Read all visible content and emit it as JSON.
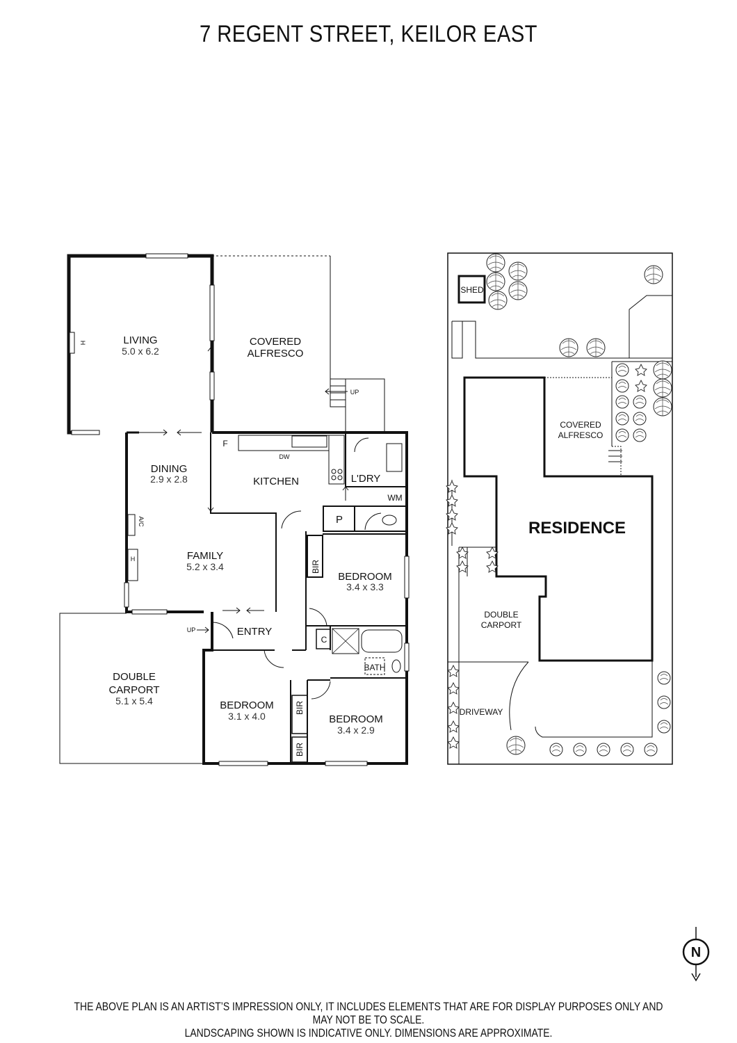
{
  "title": "7 REGENT STREET, KEILOR EAST",
  "disclaimer": [
    "THE ABOVE PLAN IS AN ARTIST’S IMPRESSION ONLY, IT INCLUDES ELEMENTS THAT ARE FOR DISPLAY PURPOSES ONLY AND MAY NOT BE TO SCALE.",
    "LANDSCAPING SHOWN IS INDICATIVE ONLY. DIMENSIONS ARE APPROXIMATE."
  ],
  "floor_plan": {
    "living": {
      "name": "LIVING",
      "dims": "5.0 x 6.2"
    },
    "covered_alfresco": {
      "line1": "COVERED",
      "line2": "ALFRESCO"
    },
    "dining": {
      "name": "DINING",
      "dims": "2.9 x 2.8"
    },
    "kitchen": {
      "name": "KITCHEN"
    },
    "laundry": {
      "name": "L'DRY"
    },
    "family": {
      "name": "FAMILY",
      "dims": "5.2 x 3.4"
    },
    "bedroom_east": {
      "name": "BEDROOM",
      "dims": "3.4 x 3.3"
    },
    "entry": {
      "name": "ENTRY"
    },
    "double_carport": {
      "line1": "DOUBLE",
      "line2": "CARPORT",
      "dims": "5.1 x 5.4"
    },
    "bedroom_sw": {
      "name": "BEDROOM",
      "dims": "3.1 x 4.0"
    },
    "bedroom_se": {
      "name": "BEDROOM",
      "dims": "3.4 x 2.9"
    },
    "bath": {
      "name": "BATH"
    },
    "bir": "BIR",
    "pantry": "P",
    "wm": "WM",
    "cupboard": "C",
    "fridge": "F",
    "dw": "DW",
    "ac": "A/C",
    "heater": "H",
    "up": "UP"
  },
  "site_plan": {
    "shed": "SHED",
    "covered_alfresco": {
      "line1": "COVERED",
      "line2": "ALFRESCO"
    },
    "residence": "RESIDENCE",
    "double_carport": {
      "line1": "DOUBLE",
      "line2": "CARPORT"
    },
    "driveway": "DRIVEWAY"
  },
  "compass": {
    "label": "N"
  }
}
